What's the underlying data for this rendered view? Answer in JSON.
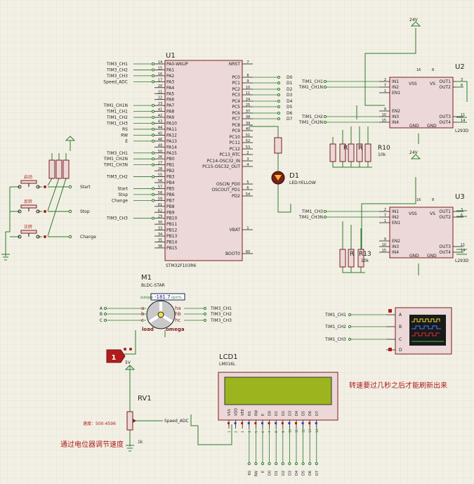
{
  "colors": {
    "background": "#f2f0e4",
    "grid": "#dcdad0",
    "wire": "#2b7a2b",
    "body": "#ecd8d8",
    "outline": "#7a1e1e",
    "pin": "#1f1f1f",
    "label": "#1a1a60",
    "red_text": "#b01c1c",
    "lcd_screen": "#9cb51f",
    "scope_screen": "#1a1a1a"
  },
  "mcu": {
    "ref": "U1",
    "part": "STM32F103R6",
    "left_pins": [
      {
        "num": "14",
        "name": "PA0-WKUP",
        "net": "TIM3_CH1"
      },
      {
        "num": "15",
        "name": "PA1",
        "net": "TIM3_CH2"
      },
      {
        "num": "16",
        "name": "PA2",
        "net": "TIM3_CH3"
      },
      {
        "num": "17",
        "name": "PA3",
        "net": "Speed_ADC"
      },
      {
        "num": "20",
        "name": "PA4",
        "net": ""
      },
      {
        "num": "21",
        "name": "PA5",
        "net": ""
      },
      {
        "num": "22",
        "name": "PA6",
        "net": ""
      },
      {
        "num": "23",
        "name": "PA7",
        "net": "TIM1_CH1N"
      },
      {
        "num": "41",
        "name": "PA8",
        "net": "TIM1_CH1"
      },
      {
        "num": "42",
        "name": "PA9",
        "net": "TIM1_CH2"
      },
      {
        "num": "43",
        "name": "PA10",
        "net": "TIM1_CH3"
      },
      {
        "num": "44",
        "name": "PA11",
        "net": "RS"
      },
      {
        "num": "45",
        "name": "PA12",
        "net": "RW"
      },
      {
        "num": "46",
        "name": "PA13",
        "net": "E"
      },
      {
        "num": "49",
        "name": "PA14",
        "net": ""
      },
      {
        "num": "50",
        "name": "PA15",
        "net": "TIM3_CH1"
      },
      {
        "num": "26",
        "name": "PB0",
        "net": "TIM1_CH2N"
      },
      {
        "num": "27",
        "name": "PB1",
        "net": "TIM1_CH3N"
      },
      {
        "num": "28",
        "name": "PB2",
        "net": ""
      },
      {
        "num": "55",
        "name": "PB3",
        "net": "TIM3_CH2"
      },
      {
        "num": "56",
        "name": "PB4",
        "net": ""
      },
      {
        "num": "57",
        "name": "PB5",
        "net": "Start"
      },
      {
        "num": "58",
        "name": "PB6",
        "net": "Stop"
      },
      {
        "num": "59",
        "name": "PB7",
        "net": "Change"
      },
      {
        "num": "61",
        "name": "PB8",
        "net": ""
      },
      {
        "num": "62",
        "name": "PB9",
        "net": ""
      },
      {
        "num": "29",
        "name": "PB10",
        "net": "TIM3_CH3"
      },
      {
        "num": "30",
        "name": "PB11",
        "net": ""
      },
      {
        "num": "33",
        "name": "PB12",
        "net": ""
      },
      {
        "num": "34",
        "name": "PB13",
        "net": ""
      },
      {
        "num": "35",
        "name": "PB14",
        "net": ""
      },
      {
        "num": "36",
        "name": "PB15",
        "net": ""
      }
    ],
    "right_pins": [
      {
        "num": "7",
        "name": "NRST",
        "net": ""
      },
      {
        "num": "8",
        "name": "PC0",
        "net": "D0"
      },
      {
        "num": "9",
        "name": "PC1",
        "net": "D1"
      },
      {
        "num": "10",
        "name": "PC2",
        "net": "D2"
      },
      {
        "num": "11",
        "name": "PC3",
        "net": "D3"
      },
      {
        "num": "24",
        "name": "PC4",
        "net": "D4"
      },
      {
        "num": "25",
        "name": "PC5",
        "net": "D5"
      },
      {
        "num": "37",
        "name": "PC6",
        "net": "D6"
      },
      {
        "num": "38",
        "name": "PC7",
        "net": "D7"
      },
      {
        "num": "39",
        "name": "PC8",
        "net": ""
      },
      {
        "num": "40",
        "name": "PC9",
        "net": ""
      },
      {
        "num": "51",
        "name": "PC10",
        "net": ""
      },
      {
        "num": "52",
        "name": "PC11",
        "net": ""
      },
      {
        "num": "53",
        "name": "PC12",
        "net": ""
      },
      {
        "num": "2",
        "name": "PC13_RTC",
        "net": ""
      },
      {
        "num": "3",
        "name": "PC14-OSC32_IN",
        "net": ""
      },
      {
        "num": "4",
        "name": "PC15-OSC32_OUT",
        "net": ""
      },
      {
        "num": "5",
        "name": "OSCIN_PD0",
        "net": ""
      },
      {
        "num": "6",
        "name": "OSCOUT_PD1",
        "net": ""
      },
      {
        "num": "54",
        "name": "PD2",
        "net": ""
      },
      {
        "num": "1",
        "name": "VBAT",
        "net": ""
      },
      {
        "num": "60",
        "name": "BOOT0",
        "net": ""
      }
    ]
  },
  "drivers": [
    {
      "ref": "U2",
      "part": "L293D",
      "supply": "24V",
      "vss": "16",
      "vs": "8",
      "inputs": [
        {
          "num": "2",
          "name": "IN1",
          "net": "TIM1_CH1"
        },
        {
          "num": "7",
          "name": "IN2",
          "net": "TIM1_CH1N"
        },
        {
          "num": "1",
          "name": "EN1",
          "net": ""
        },
        {
          "num": "9",
          "name": "EN2",
          "net": ""
        },
        {
          "num": "10",
          "name": "IN3",
          "net": "TIM1_CH2"
        },
        {
          "num": "15",
          "name": "IN4",
          "net": "TIM1_CH2N"
        }
      ],
      "outputs": [
        {
          "num": "3",
          "name": "OUT1"
        },
        {
          "num": "6",
          "name": "OUT2"
        },
        {
          "num": "11",
          "name": "OUT3"
        },
        {
          "num": "14",
          "name": "OUT4"
        }
      ],
      "gnd": "GND"
    },
    {
      "ref": "U3",
      "part": "L293D",
      "supply": "24V",
      "vss": "16",
      "vs": "8",
      "inputs": [
        {
          "num": "2",
          "name": "IN1",
          "net": "TIM1_CH3"
        },
        {
          "num": "7",
          "name": "IN2",
          "net": "TIM1_CH3N"
        },
        {
          "num": "1",
          "name": "EN1",
          "net": ""
        },
        {
          "num": "9",
          "name": "EN2",
          "net": ""
        },
        {
          "num": "10",
          "name": "IN3",
          "net": ""
        },
        {
          "num": "15",
          "name": "IN4",
          "net": ""
        }
      ],
      "outputs": [
        {
          "num": "3",
          "name": "OUT1"
        },
        {
          "num": "6",
          "name": "OUT2"
        },
        {
          "num": "11",
          "name": "OUT3"
        },
        {
          "num": "14",
          "name": "OUT4"
        }
      ],
      "gnd": "GND"
    }
  ],
  "resistors": {
    "r10_label": "R10",
    "r10_value": "10k",
    "r13_label": "R13",
    "r13_value": "10k",
    "r_partial_a": "R",
    "r_partial_b": "R",
    "r_partial_c": "R"
  },
  "led": {
    "ref": "D1",
    "part": "LED-YELLOW"
  },
  "buttons": {
    "labels": [
      "启动",
      "反转",
      "正转"
    ],
    "nets": [
      "Start",
      "Stop",
      "Change"
    ]
  },
  "motor": {
    "ref": "M1",
    "part": "BLDC-STAR",
    "readout": "-181.7",
    "readout_prefix": "outrpm",
    "readout_suffix": "rpm%",
    "left_nets": [
      "A",
      "B",
      "C"
    ],
    "left_pins": [
      "a",
      "b",
      "c"
    ],
    "right_pins": [
      "ha",
      "hb",
      "hc"
    ],
    "right_nets": [
      "TIM3_CH1",
      "TIM3_CH2",
      "TIM3_CH3"
    ],
    "bottom_labels": [
      "load",
      "omega"
    ]
  },
  "scope": {
    "inputs": [
      "TIM1_CH1",
      "TIM1_CH2",
      "TIM1_CH3"
    ],
    "channels": [
      "A",
      "B",
      "C",
      "D"
    ]
  },
  "lcd": {
    "ref": "LCD1",
    "part": "LM016L",
    "pins": [
      "VSS",
      "VDD",
      "VEE",
      "RS",
      "RW",
      "E",
      "D0",
      "D1",
      "D2",
      "D3",
      "D4",
      "D5",
      "D6",
      "D7"
    ],
    "pin_nums": [
      "1",
      "2",
      "3",
      "4",
      "5",
      "6",
      "7",
      "8",
      "9",
      "10",
      "11",
      "12",
      "13",
      "14"
    ],
    "bus_nets": [
      "RS",
      "RW",
      "E",
      "D0",
      "D1",
      "D2",
      "D3",
      "D4",
      "D5",
      "D6",
      "D7"
    ]
  },
  "pot": {
    "ref": "RV1",
    "value": "1k",
    "supply": "5V",
    "net": "Speed_ADC",
    "speed_label": "速度：500-4596"
  },
  "terminal_badge": "1",
  "note_refresh": "转速要过几秒之后才能刷新出来",
  "note_pot": "通过电位器调节速度"
}
